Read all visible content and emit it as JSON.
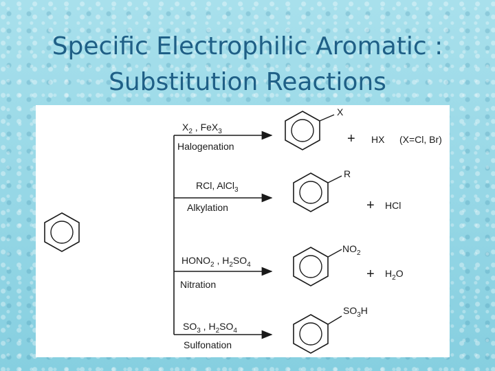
{
  "title": {
    "line1": "Specific Electrophilic Aromatic :",
    "line2": "Substitution Reactions"
  },
  "colors": {
    "title": "#1f5f86",
    "background": "#8fd3e3",
    "panel": "#ffffff"
  },
  "reactions": [
    {
      "reagent": [
        "X",
        "2",
        " , FeX",
        "3"
      ],
      "name": "Halogenation",
      "substituent": "X",
      "byproduct": "HX",
      "note": "(X=Cl, Br)"
    },
    {
      "reagent": [
        "RCl, AlCl",
        "3"
      ],
      "name": "Alkylation",
      "substituent": "R",
      "byproduct": "HCl"
    },
    {
      "reagent": [
        "HONO",
        "2",
        " , H",
        "2",
        "SO",
        "4"
      ],
      "name": "Nitration",
      "substituent": [
        "NO",
        "2"
      ],
      "byproduct": [
        "H",
        "2",
        "O"
      ]
    },
    {
      "reagent": [
        "SO",
        "3",
        " , H",
        "2",
        "SO",
        "4"
      ],
      "name": "Sulfonation",
      "substituent": [
        "SO",
        "3",
        "H"
      ]
    }
  ],
  "plus": "+"
}
